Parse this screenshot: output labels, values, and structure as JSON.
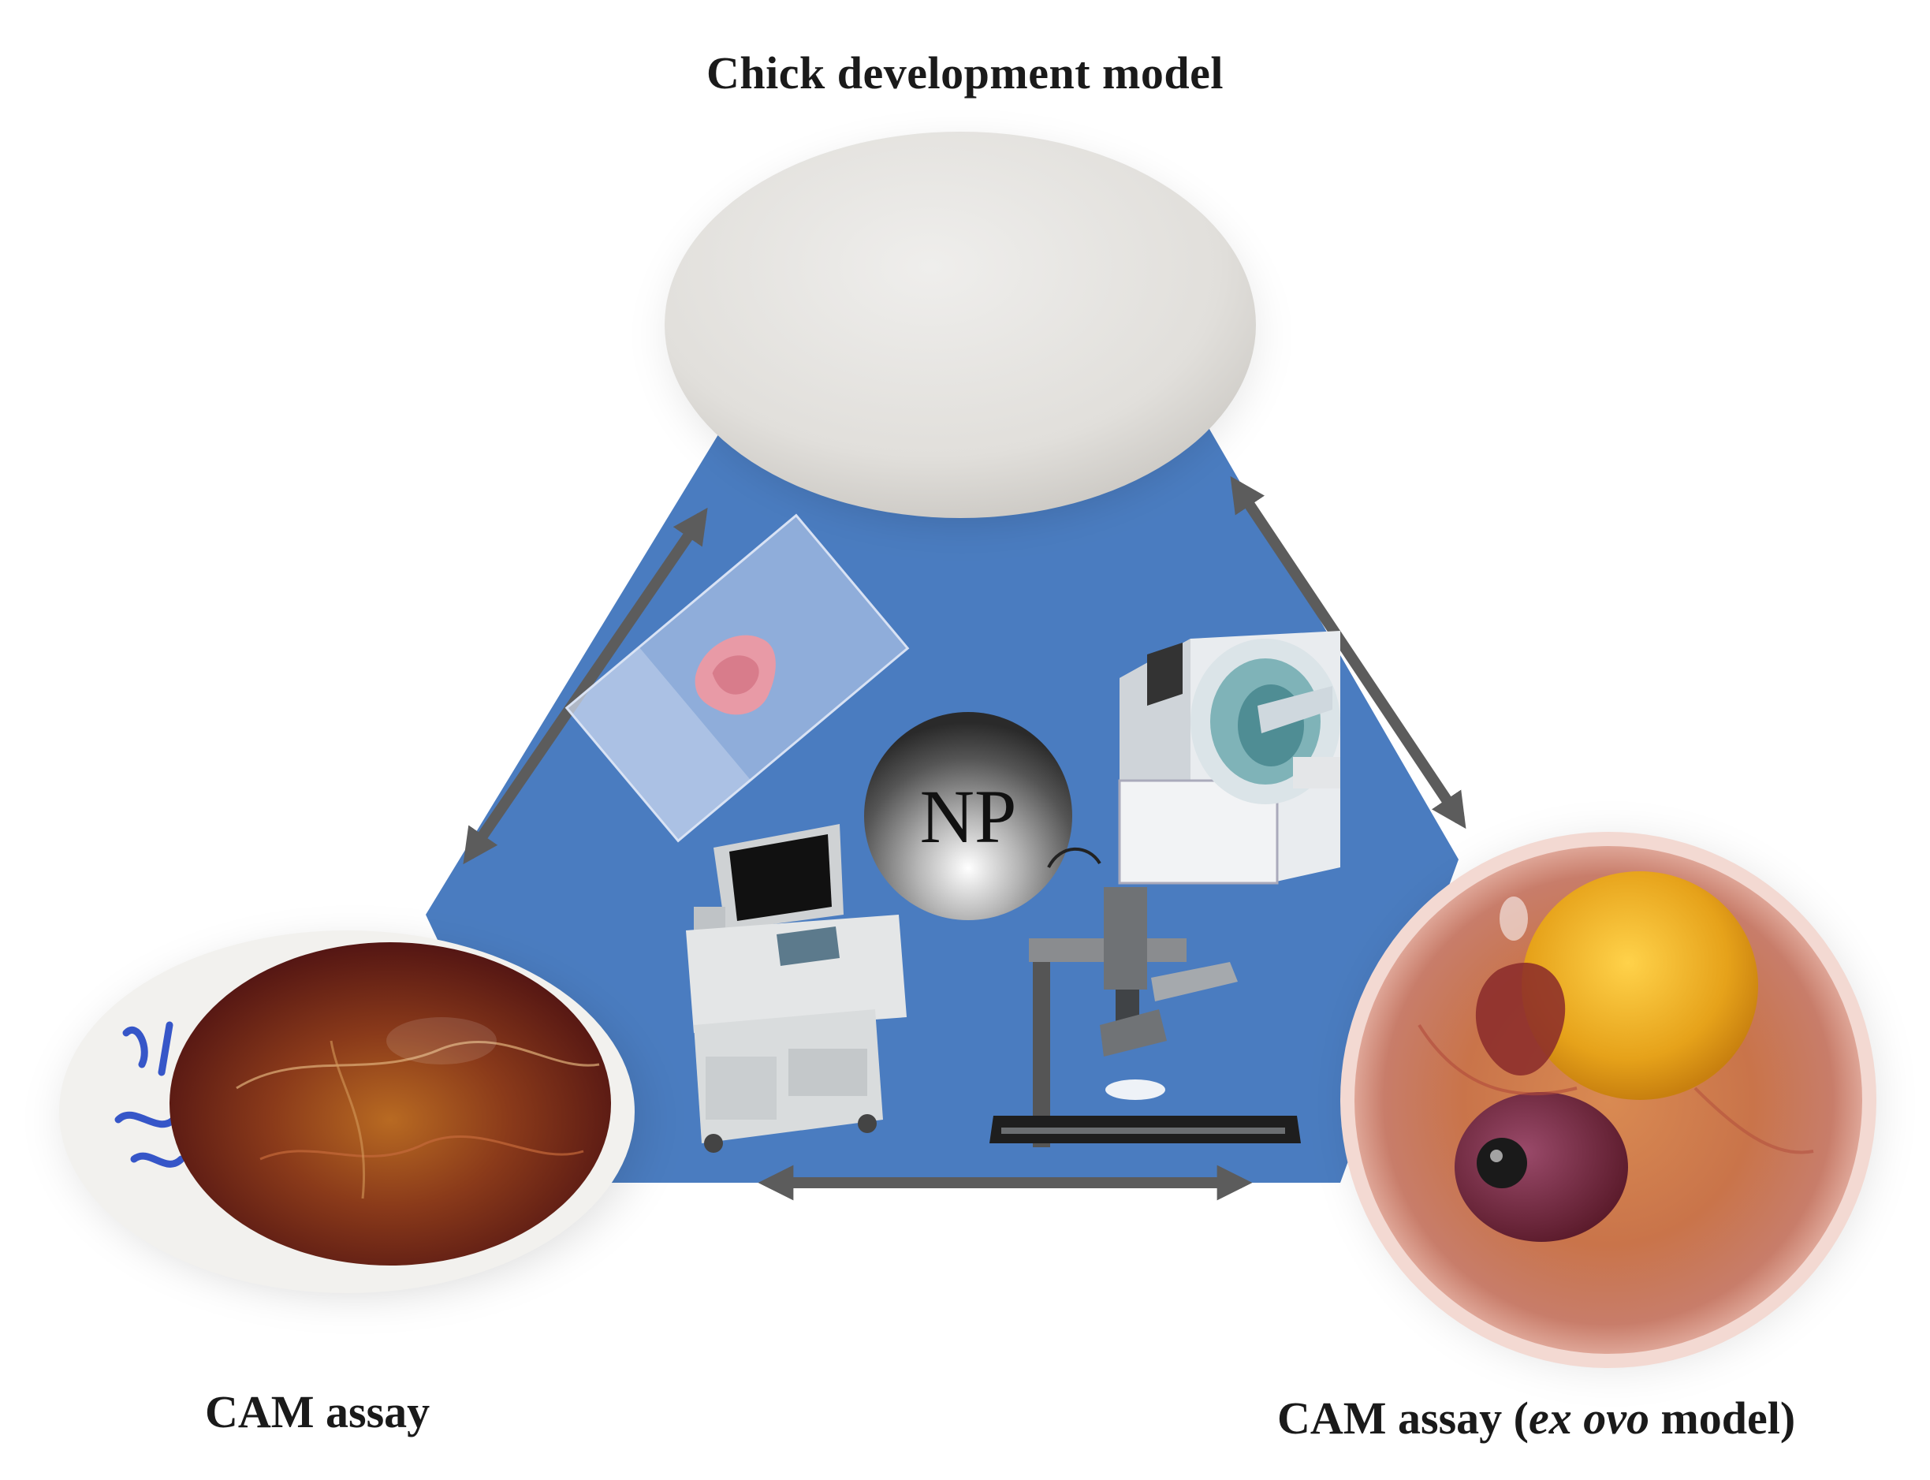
{
  "labels": {
    "top": "Chick development model",
    "bottom_left": "CAM assay",
    "bottom_right_prefix": "CAM assay (",
    "bottom_right_italic": "ex ovo",
    "bottom_right_suffix": " model)",
    "center_sphere": "NP"
  },
  "nodes": [
    {
      "id": "chick-development-egg",
      "depicts": "whole white egg"
    },
    {
      "id": "cam-assay-in-ovo",
      "depicts": "opened egg showing chorioallantoic membrane"
    },
    {
      "id": "cam-assay-ex-ovo",
      "depicts": "embryo cultured in petri dish"
    }
  ],
  "center_items": [
    {
      "id": "histology-slide",
      "depicts": "glass slide with pink tissue section"
    },
    {
      "id": "nanoparticle",
      "depicts": "grey sphere labeled NP"
    },
    {
      "id": "mri-scanner",
      "depicts": "MRI scanner"
    },
    {
      "id": "ultrasound-machine",
      "depicts": "ultrasound imaging cart"
    },
    {
      "id": "microscope",
      "depicts": "intravital microscope"
    }
  ],
  "connections": [
    {
      "from": "chick-development-egg",
      "to": "cam-assay-in-ovo",
      "type": "double-arrow"
    },
    {
      "from": "chick-development-egg",
      "to": "cam-assay-ex-ovo",
      "type": "double-arrow"
    },
    {
      "from": "cam-assay-in-ovo",
      "to": "cam-assay-ex-ovo",
      "type": "double-arrow"
    }
  ],
  "colors": {
    "triangle_fill": "#4a7cc0",
    "arrow": "#5c5c5c",
    "egg_shell": "#e4e2de",
    "sphere": "#8a8a8a"
  }
}
